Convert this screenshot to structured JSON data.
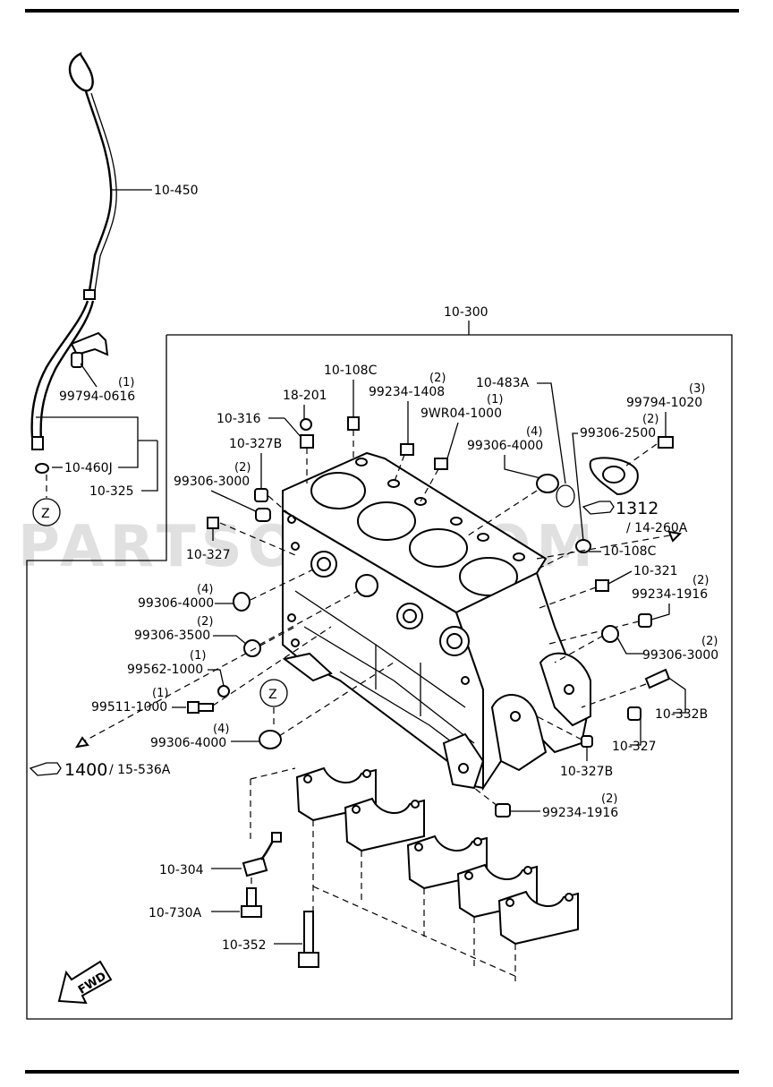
{
  "parts": {
    "p10_450": "10-450",
    "p10_300": "10-300",
    "p10_108c_top": "10-108C",
    "p18_201": "18-201",
    "p10_316": "10-316",
    "p10_327b_top": "10-327B",
    "p99306_3000_top": "99306-3000",
    "q99306_3000_top": "(2)",
    "p10_327_left": "10-327",
    "p99234_1408": "99234-1408",
    "q99234_1408": "(2)",
    "p9wr04_1000": "9WR04-1000",
    "q9wr04_1000": "(1)",
    "p99306_4000_top": "99306-4000",
    "q99306_4000_top": "(4)",
    "p10_483a": "10-483A",
    "p99306_2500": "99306-2500",
    "q99306_2500": "(2)",
    "p99794_1020": "99794-1020",
    "q99794_1020": "(3)",
    "ref1312": "1312",
    "ref14_260a": "/ 14-260A",
    "p10_108c_right": "10-108C",
    "p10_321": "10-321",
    "p99234_1916_right": "99234-1916",
    "q99234_1916_right": "(2)",
    "p99306_3000_right": "99306-3000",
    "q99306_3000_right": "(2)",
    "p10_332b": "10-332B",
    "p10_327_right": "10-327",
    "p10_327b_bottom": "10-327B",
    "p99234_1916_bottom": "99234-1916",
    "q99234_1916_bottom": "(2)",
    "p99794_0616": "99794-0616",
    "q99794_0616": "(1)",
    "p10_460j": "10-460J",
    "p10_325": "10-325",
    "z_left": "Z",
    "z_mid": "Z",
    "p99306_4000_left": "99306-4000",
    "q99306_4000_left": "(4)",
    "p99306_3500": "99306-3500",
    "q99306_3500": "(2)",
    "p99562_1000": "99562-1000",
    "q99562_1000": "(1)",
    "p99511_1000": "99511-1000",
    "q99511_1000": "(1)",
    "p99306_4000_bottom": "99306-4000",
    "q99306_4000_bottom": "(4)",
    "ref1400": "1400",
    "ref15_536a": "/ 15-536A",
    "p10_304": "10-304",
    "p10_730a": "10-730A",
    "p10_352": "10-352",
    "fwd": "FWD"
  },
  "watermark": "PARTSOUQ.COM"
}
